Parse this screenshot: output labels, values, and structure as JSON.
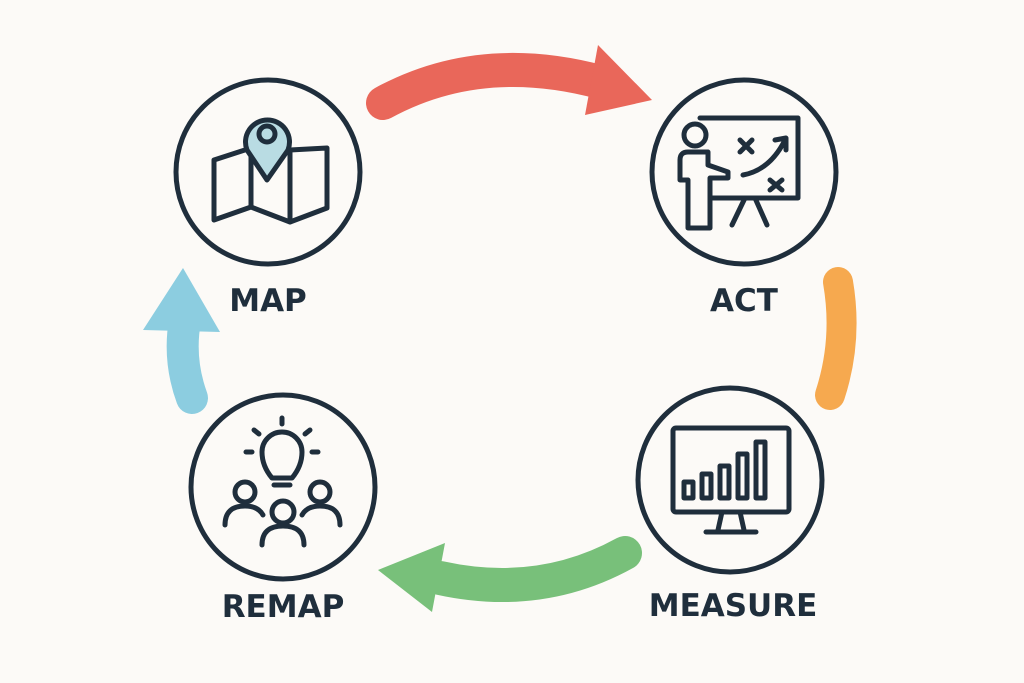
{
  "stages": [
    {
      "label": "MAP",
      "icon": "map-pin-icon"
    },
    {
      "label": "ACT",
      "icon": "presentation-strategy-icon"
    },
    {
      "label": "MEASURE",
      "icon": "monitor-bar-chart-icon"
    },
    {
      "label": "REMAP",
      "icon": "team-lightbulb-icon"
    }
  ],
  "colors": {
    "background": "#fcfaf7",
    "outline": "#1f2e3c",
    "arrow_map_to_act": "#e9675a",
    "arrow_act_to_measure": "#f6a94f",
    "arrow_measure_to_remap": "#78c07a",
    "arrow_remap_to_map": "#8ccde0",
    "pin_fill": "#b9dce3"
  }
}
